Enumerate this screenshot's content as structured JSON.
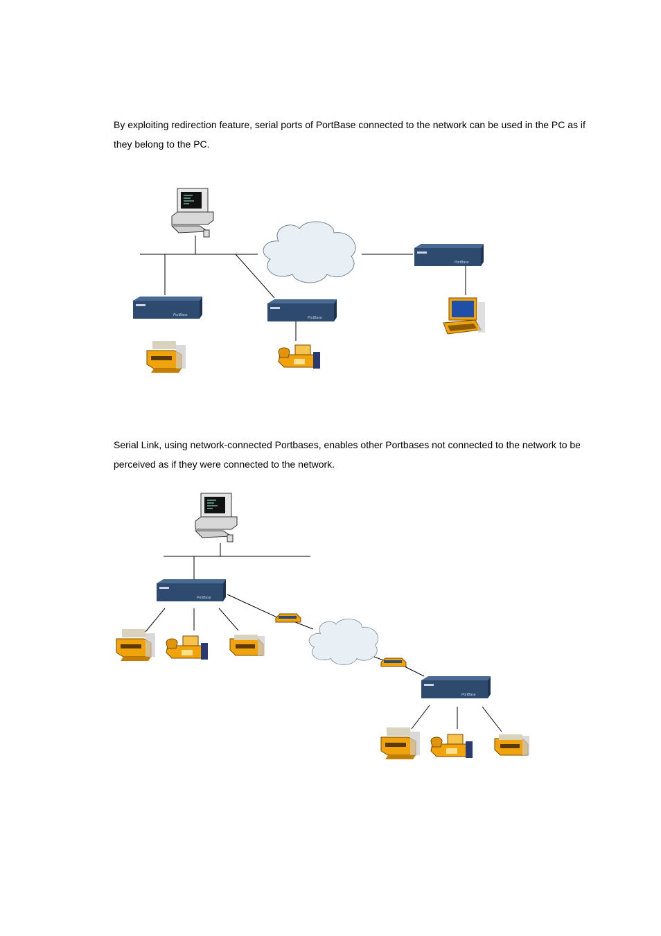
{
  "page": {
    "paragraph_1": "By exploiting redirection feature, serial ports of PortBase connected to the network can be used in the PC as if they belong to the PC.",
    "paragraph_2": "Serial Link, using network-connected Portbases, enables other Portbases not connected to the network to be perceived as if they were connected to the network."
  },
  "diagram_1": {
    "nodes": [
      "pc",
      "cloud",
      "portbase",
      "portbase",
      "portbase",
      "printer",
      "fax",
      "laptop"
    ]
  },
  "diagram_2": {
    "nodes": [
      "pc",
      "portbase",
      "portbase",
      "printer",
      "fax",
      "scanner",
      "modem",
      "modem",
      "cloud",
      "printer",
      "fax",
      "scanner"
    ]
  },
  "colors": {
    "device_blue": "#2e4a6e",
    "device_top": "#4a6a92",
    "cloud_fill": "#e8f0f6",
    "cloud_stroke": "#6f8292",
    "equipment_orange": "#f0a30a",
    "screen_blue": "#1f4fa8"
  }
}
